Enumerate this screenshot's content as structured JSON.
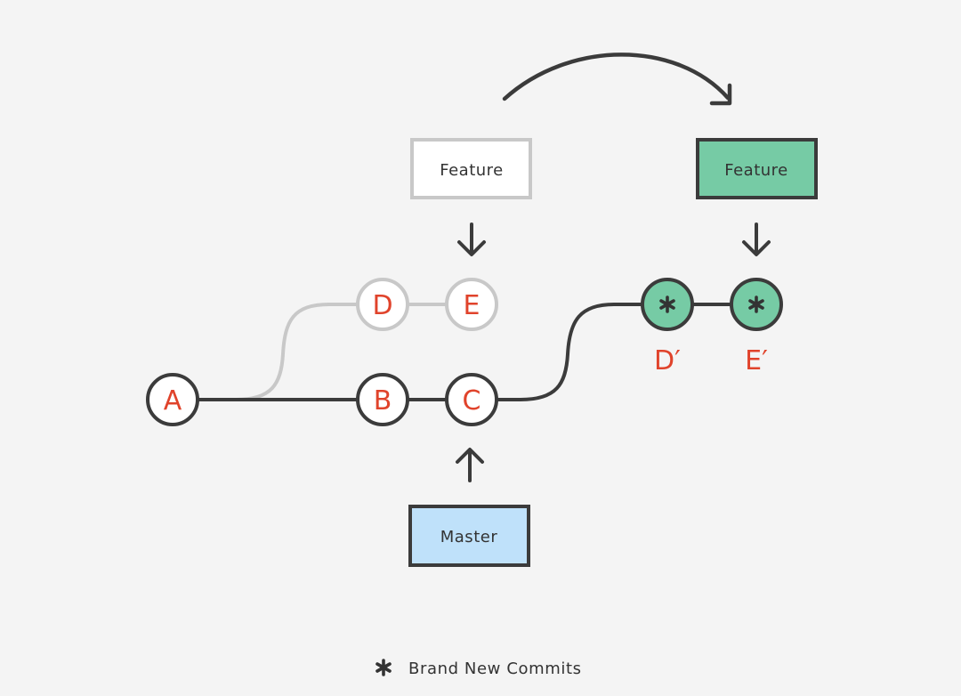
{
  "commits": {
    "a": "A",
    "b": "B",
    "c": "C",
    "d": "D",
    "e": "E",
    "d_prime": "D′",
    "e_prime": "E′"
  },
  "branches": {
    "feature_old": "Feature",
    "feature_new": "Feature",
    "master": "Master"
  },
  "legend": {
    "icon": "asterisk-icon",
    "label": "Brand New Commits"
  },
  "colors": {
    "background": "#f4f4f4",
    "line": "#3b3b3b",
    "faded": "#c8c8c8",
    "commit_text": "#e0432b",
    "new_commit_fill": "#76cba5",
    "master_fill": "#bfe1fa",
    "feature_old_fill": "#ffffff"
  }
}
